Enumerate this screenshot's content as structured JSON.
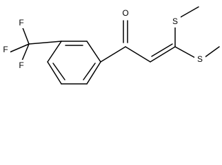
{
  "molecule": {
    "atoms": {
      "oxygen": "O",
      "sulfur_top": "S",
      "sulfur_bottom": "S",
      "fluorine_1": "F",
      "fluorine_2": "F",
      "fluorine_3": "F"
    },
    "colors": {
      "bond": "#000000",
      "label": "#000000",
      "background": "#ffffff"
    }
  }
}
